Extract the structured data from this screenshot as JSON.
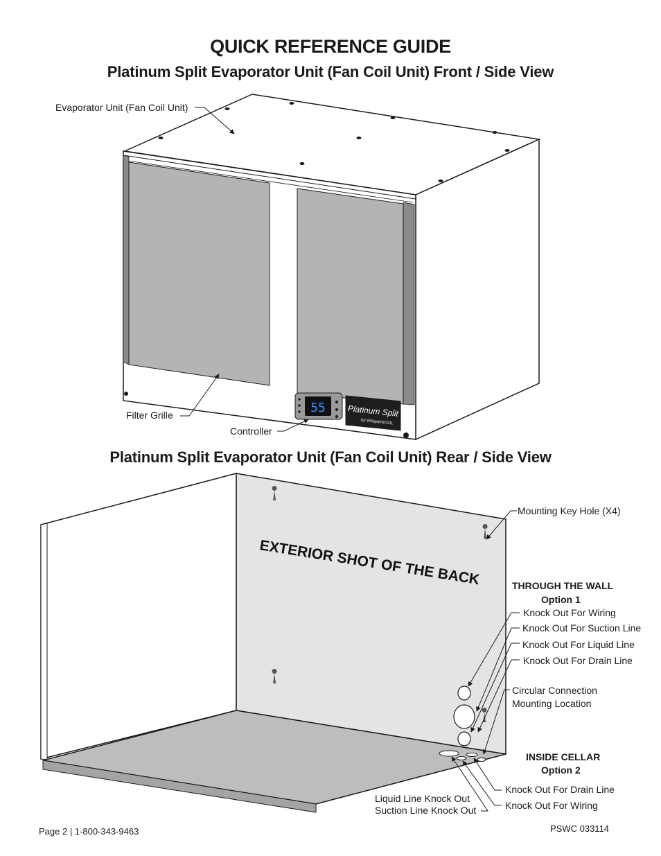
{
  "header": {
    "title": "QUICK REFERENCE GUIDE",
    "front_view_title": "Platinum Split Evaporator Unit (Fan Coil Unit) Front / Side View",
    "rear_view_title": "Platinum Split Evaporator Unit (Fan Coil Unit) Rear / Side View"
  },
  "front_view": {
    "labels": {
      "evaporator_unit": "Evaporator Unit (Fan Coil Unit)",
      "filter_grille": "Filter Grille",
      "controller": "Controller"
    },
    "controller_display": "55",
    "badge_text": "Platinum Split",
    "badge_subtext": "by WhisperKOOL"
  },
  "rear_view": {
    "stamp_text": "EXTERIOR SHOT OF THE BACK",
    "labels": {
      "mounting_key_hole": "Mounting Key Hole (X4)",
      "through_wall_heading": "THROUGH THE WALL",
      "through_wall_option": "Option 1",
      "ko_wiring": "Knock Out For Wiring",
      "ko_suction": "Knock Out For Suction Line",
      "ko_liquid": "Knock Out For Liquid Line",
      "ko_drain": "Knock Out For Drain Line",
      "circular_connection_1": "Circular Connection",
      "circular_connection_2": "Mounting Location",
      "inside_cellar_heading": "INSIDE CELLAR",
      "inside_cellar_option": "Option 2",
      "ic_drain": "Knock Out For Drain Line",
      "ic_wiring": "Knock Out For Wiring",
      "ic_liquid": "Liquid Line Knock Out",
      "ic_suction": "Suction Line Knock Out"
    }
  },
  "footer": {
    "page_info": "Page 2 | 1-800-343-9463",
    "doc_code": "PSWC 033114"
  }
}
